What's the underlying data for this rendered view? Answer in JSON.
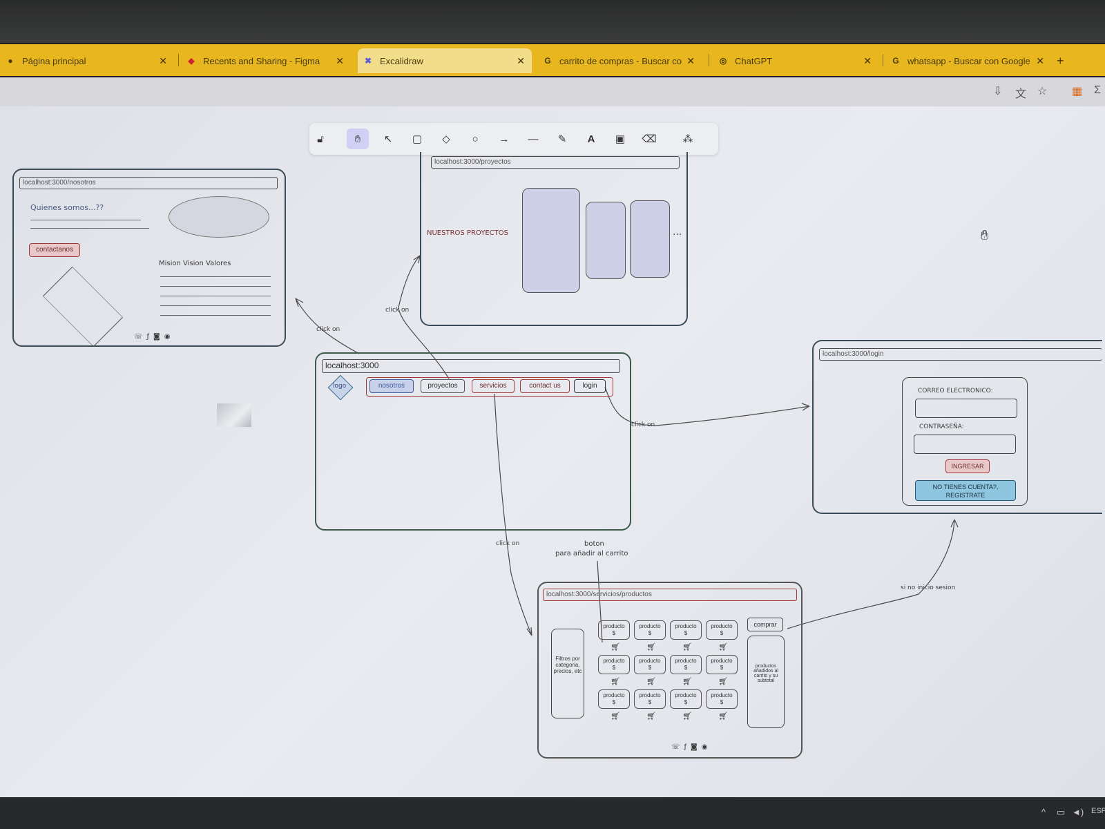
{
  "browser": {
    "tabs": [
      {
        "label": "Página principal",
        "icon": "person-icon"
      },
      {
        "label": "Recents and Sharing - Figma",
        "icon": "figma-icon"
      },
      {
        "label": "Excalidraw",
        "icon": "excalidraw-icon",
        "active": true
      },
      {
        "label": "carrito de compras - Buscar co",
        "icon": "google-icon"
      },
      {
        "label": "ChatGPT",
        "icon": "chatgpt-icon"
      },
      {
        "label": "whatsapp - Buscar con Google",
        "icon": "google-icon"
      }
    ],
    "new_tab": "+",
    "close_glyph": "✕"
  },
  "excalidraw": {
    "tools": [
      "lock-icon",
      "hand-icon",
      "selection-icon",
      "rectangle-icon",
      "diamond-icon",
      "ellipse-icon",
      "arrow-icon",
      "line-icon",
      "pencil-icon",
      "text-icon",
      "image-icon",
      "eraser-icon",
      "shapes-icon"
    ],
    "selected_tool": "hand-icon"
  },
  "nosotros": {
    "url": "localhost:3000/nosotros",
    "heading": "Quienes somos...??",
    "button": "contactanos",
    "mision": "Mision Vision Valores"
  },
  "proyectos": {
    "url": "localhost:3000/proyectos",
    "heading": "NUESTROS PROYECTOS",
    "more": "..."
  },
  "home": {
    "url": "localhost:3000",
    "logo": "logo",
    "nav": [
      "nosotros",
      "proyectos",
      "servicios",
      "contact us",
      "login"
    ]
  },
  "login": {
    "url": "localhost:3000/login",
    "email_label": "CORREO ELECTRONICO:",
    "password_label": "CONTRASEÑA:",
    "submit": "INGRESAR",
    "register": "NO TIENES CUENTA?, REGISTRATE"
  },
  "productos": {
    "url": "localhost:3000/servicios/productos",
    "filters": "Filtros por categoria, precios, etc",
    "buy": "comprar",
    "cart_summary": "productos añadidos al carrito y su subtotal",
    "product_label": "producto",
    "price_label": "$"
  },
  "annotations": {
    "click_on": "click on",
    "boton": "boton",
    "boton_desc": "para añadir al carrito",
    "no_session": "si no inicio sesion"
  },
  "taskbar": {
    "lang": "ESP"
  }
}
